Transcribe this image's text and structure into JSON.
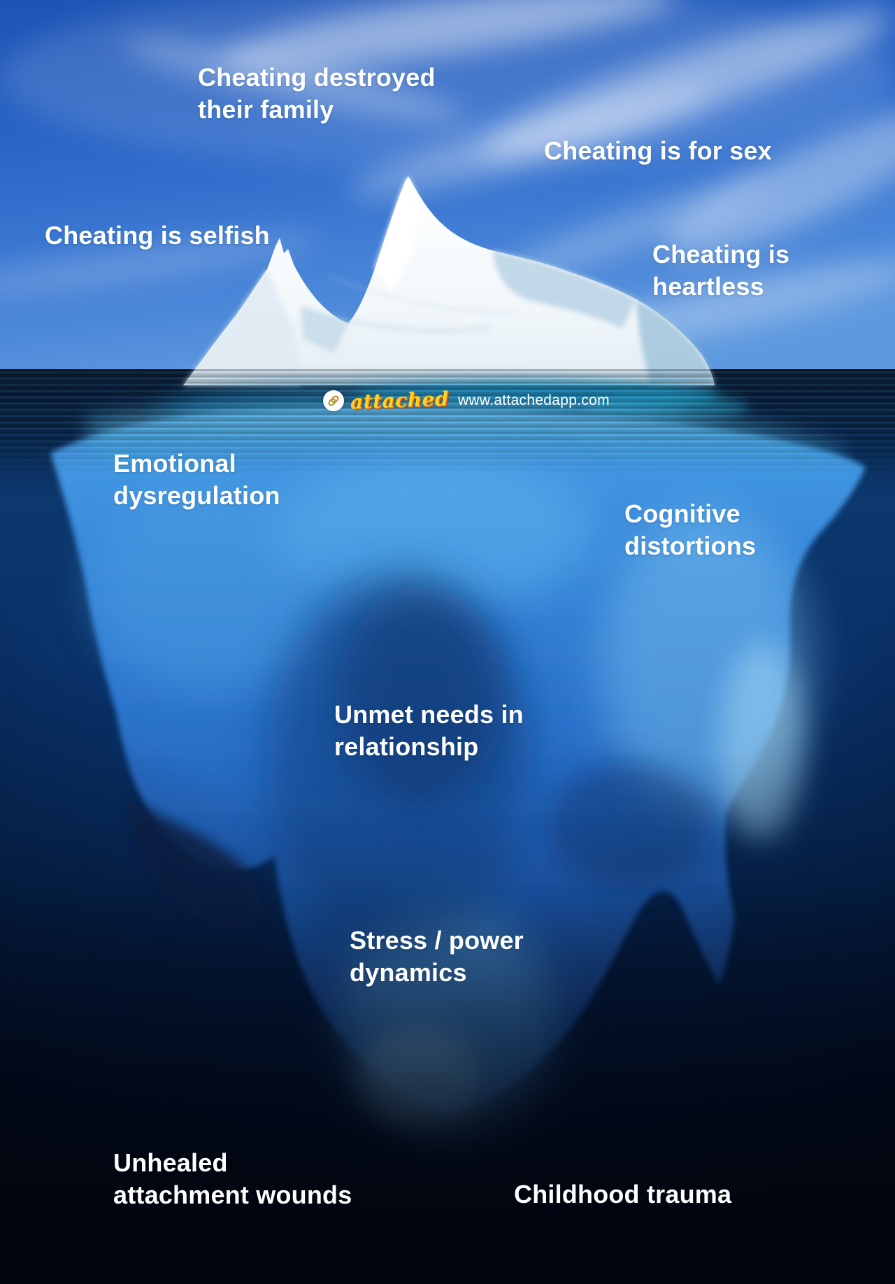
{
  "brand": {
    "name": "attached",
    "url": "www.attachedapp.com",
    "icon": "chain-link-icon",
    "badge_bg": "#FFFFFF",
    "wordmark_color": "#FFD21E",
    "wordmark_shadow": "#DD6A1E",
    "url_color": "#FFFFFF"
  },
  "labels": {
    "above_water": [
      {
        "id": "cheating-destroyed-family",
        "text": "Cheating destroyed\ntheir family"
      },
      {
        "id": "cheating-is-for-sex",
        "text": "Cheating is for sex"
      },
      {
        "id": "cheating-is-selfish",
        "text": "Cheating is selfish"
      },
      {
        "id": "cheating-is-heartless",
        "text": "Cheating is\nheartless"
      }
    ],
    "below_water": [
      {
        "id": "emotional-dysregulation",
        "text": "Emotional\ndysregulation"
      },
      {
        "id": "cognitive-distortions",
        "text": "Cognitive\ndistortions"
      },
      {
        "id": "unmet-needs-in-relationship",
        "text": "Unmet needs in\nrelationship"
      },
      {
        "id": "stress-power-dynamics",
        "text": "Stress / power\ndynamics"
      },
      {
        "id": "unhealed-attachment-wounds",
        "text": "Unhealed\nattachment wounds"
      },
      {
        "id": "childhood-trauma",
        "text": "Childhood trauma"
      }
    ]
  },
  "colors": {
    "sky": "#2E6BCB",
    "water_surface": "#0C1E33",
    "underwater_blue": "#0A2E60",
    "iceberg_above": "#F4F8FB",
    "iceberg_below": "#2C74CC",
    "label_text": "#FFFFFF"
  }
}
